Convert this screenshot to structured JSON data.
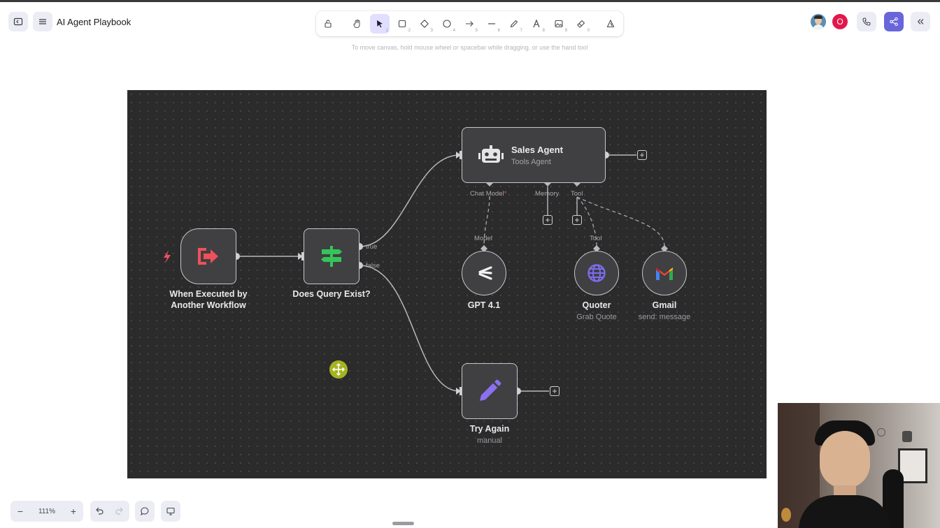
{
  "app": {
    "title": "AI Agent Playbook",
    "hint": "To move canvas, hold mouse wheel or spacebar while dragging, or use the hand tool"
  },
  "toolbar": {
    "tools": [
      {
        "name": "lock-icon",
        "key": ""
      },
      {
        "name": "hand-icon",
        "key": ""
      },
      {
        "name": "selection-arrow-icon",
        "key": "1",
        "active": true
      },
      {
        "name": "rectangle-icon",
        "key": "2"
      },
      {
        "name": "diamond-icon",
        "key": "3"
      },
      {
        "name": "ellipse-icon",
        "key": "4"
      },
      {
        "name": "arrow-icon",
        "key": "5"
      },
      {
        "name": "line-icon",
        "key": "6"
      },
      {
        "name": "pencil-icon",
        "key": "7"
      },
      {
        "name": "text-icon",
        "key": "8"
      },
      {
        "name": "image-icon",
        "key": "9"
      },
      {
        "name": "eraser-icon",
        "key": "0"
      },
      {
        "name": "extra-tools-icon",
        "key": ""
      }
    ],
    "accent": "#6965db"
  },
  "collaborators": [
    {
      "name": "user-photo-avatar",
      "color": "#5a8fb5"
    },
    {
      "name": "user-initial-avatar",
      "initial": "O",
      "color": "#e2174a"
    }
  ],
  "footer": {
    "zoom": "111%"
  },
  "workflow": {
    "trigger": {
      "label_line1": "When Executed by",
      "label_line2": "Another Workflow",
      "color": "#f0505a"
    },
    "if_node": {
      "label": "Does Query Exist?",
      "true_label": "true",
      "false_label": "false",
      "color": "#35c45a"
    },
    "agent": {
      "title": "Sales Agent",
      "subtitle": "Tools Agent",
      "chat_model_label": "Chat Model",
      "required_mark": "*",
      "memory_label": "Memory",
      "tool_label": "Tool"
    },
    "gpt": {
      "label": "GPT 4.1",
      "port_label": "Model"
    },
    "quoter": {
      "label": "Quoter",
      "subtitle": "Grab Quote",
      "port_label": "Tool",
      "color": "#7c6cf0"
    },
    "gmail": {
      "label": "Gmail",
      "subtitle": "send: message"
    },
    "try_again": {
      "label": "Try Again",
      "subtitle": "manual",
      "color": "#8c70f0"
    },
    "move_handle_color": "#a6b320"
  }
}
